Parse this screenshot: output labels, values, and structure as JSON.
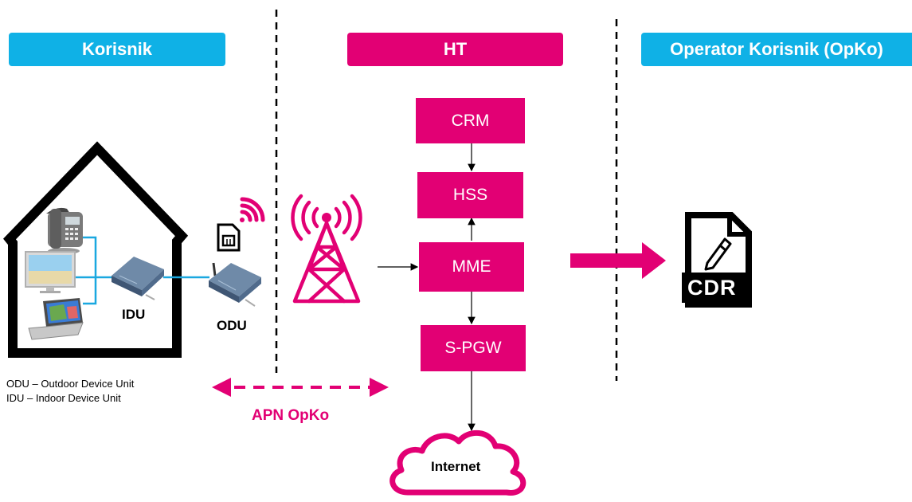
{
  "headers": {
    "korisnik": "Korisnik",
    "ht": "HT",
    "opko": "Operator Korisnik (OpKo)"
  },
  "nodes": {
    "crm": "CRM",
    "hss": "HSS",
    "mme": "MME",
    "spgw": "S-PGW",
    "internet": "Internet"
  },
  "devices": {
    "idu": "IDU",
    "odu": "ODU",
    "cdr": "CDR"
  },
  "legend": {
    "odu": "ODU – Outdoor Device Unit",
    "idu": "IDU – Indoor Device Unit"
  },
  "apn_label": "APN OpKo",
  "colors": {
    "magenta": "#e20074",
    "blue": "#0fb1e6"
  },
  "icons": [
    "house-icon",
    "telephone-icon",
    "monitor-icon",
    "laptop-icon",
    "router-icon",
    "sim-card-icon",
    "wifi-signal-icon",
    "antenna-tower-icon",
    "arrow-right-icon",
    "cdr-document-icon",
    "cloud-icon"
  ]
}
